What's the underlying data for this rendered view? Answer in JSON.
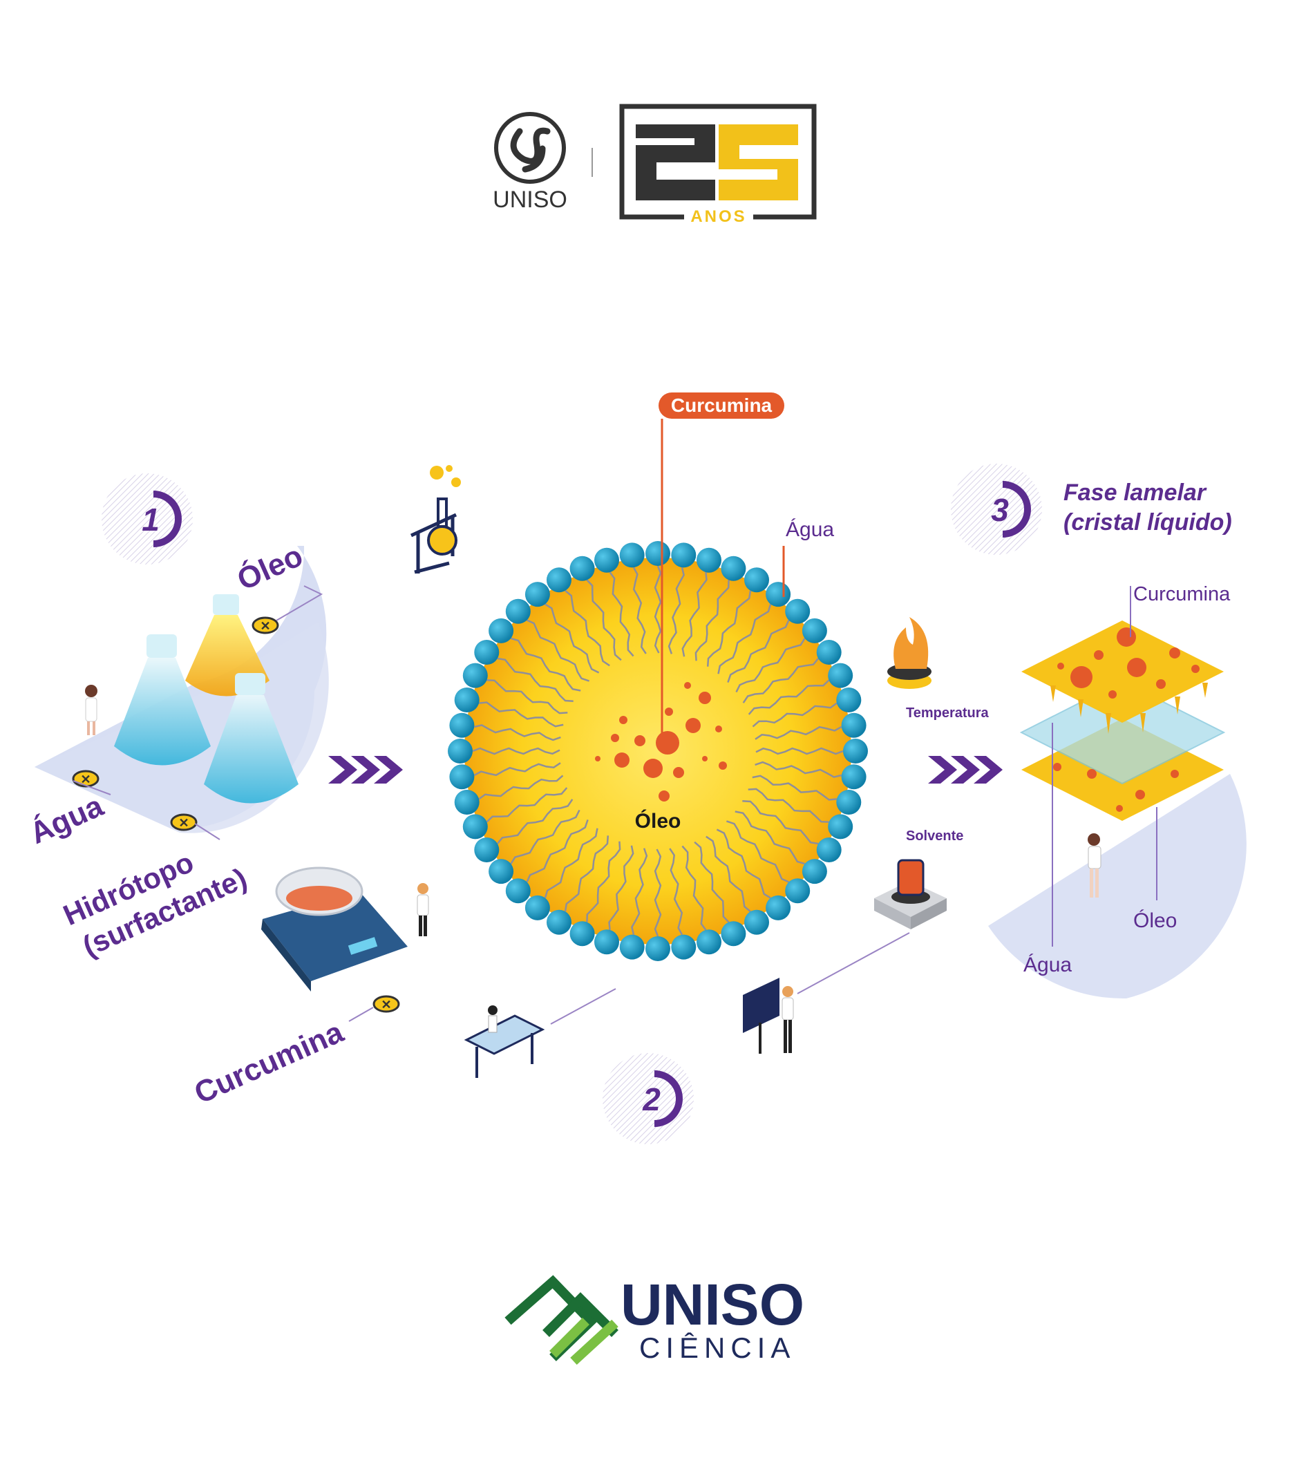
{
  "header": {
    "uniso_logo_text": "UNISO",
    "anniversary_number": "25",
    "anniversary_word": "ANOS"
  },
  "step1": {
    "number": "1",
    "labels": {
      "oleo": "Óleo",
      "agua": "Água",
      "hidrotopo_line1": "Hidrótopo",
      "hidrotopo_line2": "(surfactante)",
      "curcumina": "Curcumina"
    }
  },
  "step2": {
    "number": "2",
    "curcumina_badge": "Curcumina",
    "agua": "Água",
    "oleo": "Óleo"
  },
  "step3": {
    "number": "3",
    "title_line1": "Fase lamelar",
    "title_line2": "(cristal líquido)",
    "temperatura": "Temperatura",
    "solvente": "Solvente",
    "curcumina": "Curcumina",
    "oleo": "Óleo",
    "agua": "Água"
  },
  "footer": {
    "brand": "UNISO",
    "subbrand": "CIÊNCIA"
  },
  "colors": {
    "purple": "#5b2c8f",
    "orange": "#e3592a",
    "yellow": "#f7c31a",
    "bead": "#1a9cc6",
    "navy": "#1e2a5c",
    "green": "#2a8a3a"
  }
}
